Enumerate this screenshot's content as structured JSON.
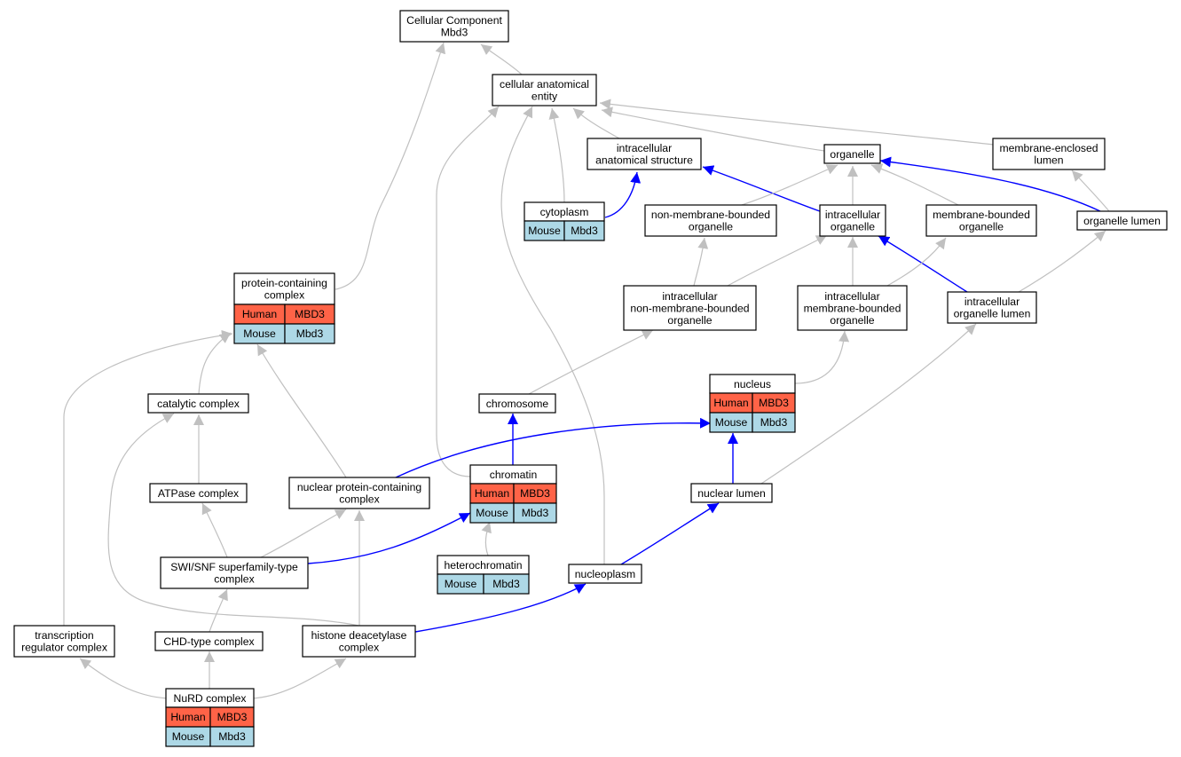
{
  "diagram": {
    "type": "gene-ontology-graph",
    "colors": {
      "human_cell": "#ff6347",
      "mouse_cell": "#add8e6",
      "is_a_edge": "#c0c0c0",
      "part_of_edge": "#0000ff"
    },
    "nodes": {
      "cc": {
        "lines": [
          "Cellular Component",
          "Mbd3"
        ]
      },
      "cae": {
        "lines": [
          "cellular anatomical",
          "entity"
        ]
      },
      "ias": {
        "lines": [
          "intracellular",
          "anatomical structure"
        ]
      },
      "organelle": {
        "lines": [
          "organelle"
        ]
      },
      "mel": {
        "lines": [
          "membrane-enclosed",
          "lumen"
        ]
      },
      "cytoplasm": {
        "lines": [
          "cytoplasm"
        ],
        "annotations": [
          [
            "Mouse",
            "Mbd3"
          ]
        ]
      },
      "nmbo": {
        "lines": [
          "non-membrane-bounded",
          "organelle"
        ]
      },
      "io": {
        "lines": [
          "intracellular",
          "organelle"
        ]
      },
      "mbo": {
        "lines": [
          "membrane-bounded",
          "organelle"
        ]
      },
      "ol": {
        "lines": [
          "organelle lumen"
        ]
      },
      "pcc": {
        "lines": [
          "protein-containing",
          "complex"
        ],
        "annotations": [
          [
            "Human",
            "MBD3"
          ],
          [
            "Mouse",
            "Mbd3"
          ]
        ]
      },
      "inmbo": {
        "lines": [
          "intracellular",
          "non-membrane-bounded",
          "organelle"
        ]
      },
      "imbo": {
        "lines": [
          "intracellular",
          "membrane-bounded",
          "organelle"
        ]
      },
      "iol": {
        "lines": [
          "intracellular",
          "organelle lumen"
        ]
      },
      "cat": {
        "lines": [
          "catalytic complex"
        ]
      },
      "chromosome": {
        "lines": [
          "chromosome"
        ]
      },
      "nucleus": {
        "lines": [
          "nucleus"
        ],
        "annotations": [
          [
            "Human",
            "MBD3"
          ],
          [
            "Mouse",
            "Mbd3"
          ]
        ]
      },
      "atpase": {
        "lines": [
          "ATPase complex"
        ]
      },
      "npcc": {
        "lines": [
          "nuclear protein-containing",
          "complex"
        ]
      },
      "chromatin": {
        "lines": [
          "chromatin"
        ],
        "annotations": [
          [
            "Human",
            "MBD3"
          ],
          [
            "Mouse",
            "Mbd3"
          ]
        ]
      },
      "nl": {
        "lines": [
          "nuclear lumen"
        ]
      },
      "swi": {
        "lines": [
          "SWI/SNF superfamily-type",
          "complex"
        ]
      },
      "hetero": {
        "lines": [
          "heterochromatin"
        ],
        "annotations": [
          [
            "Mouse",
            "Mbd3"
          ]
        ]
      },
      "nucleoplasm": {
        "lines": [
          "nucleoplasm"
        ]
      },
      "trc": {
        "lines": [
          "transcription",
          "regulator complex"
        ]
      },
      "chd": {
        "lines": [
          "CHD-type complex"
        ]
      },
      "hdac": {
        "lines": [
          "histone deacetylase",
          "complex"
        ]
      },
      "nurd": {
        "lines": [
          "NuRD complex"
        ],
        "annotations": [
          [
            "Human",
            "MBD3"
          ],
          [
            "Mouse",
            "Mbd3"
          ]
        ]
      }
    },
    "edges": [
      {
        "from": "cae",
        "to": "cc",
        "kind": "is_a"
      },
      {
        "from": "pcc",
        "to": "cc",
        "kind": "is_a"
      },
      {
        "from": "ias",
        "to": "cae",
        "kind": "is_a"
      },
      {
        "from": "organelle",
        "to": "cae",
        "kind": "is_a"
      },
      {
        "from": "mel",
        "to": "cae",
        "kind": "is_a"
      },
      {
        "from": "cytoplasm",
        "to": "cae",
        "kind": "is_a"
      },
      {
        "from": "chromatin",
        "to": "cae",
        "kind": "is_a"
      },
      {
        "from": "nucleoplasm",
        "to": "cae",
        "kind": "is_a"
      },
      {
        "from": "cytoplasm",
        "to": "ias",
        "kind": "part_of"
      },
      {
        "from": "io",
        "to": "ias",
        "kind": "part_of"
      },
      {
        "from": "nmbo",
        "to": "organelle",
        "kind": "is_a"
      },
      {
        "from": "io",
        "to": "organelle",
        "kind": "is_a"
      },
      {
        "from": "mbo",
        "to": "organelle",
        "kind": "is_a"
      },
      {
        "from": "ol",
        "to": "organelle",
        "kind": "part_of"
      },
      {
        "from": "ol",
        "to": "mel",
        "kind": "is_a"
      },
      {
        "from": "inmbo",
        "to": "nmbo",
        "kind": "is_a"
      },
      {
        "from": "inmbo",
        "to": "io",
        "kind": "is_a"
      },
      {
        "from": "imbo",
        "to": "io",
        "kind": "is_a"
      },
      {
        "from": "iol",
        "to": "io",
        "kind": "part_of"
      },
      {
        "from": "imbo",
        "to": "mbo",
        "kind": "is_a"
      },
      {
        "from": "iol",
        "to": "ol",
        "kind": "is_a"
      },
      {
        "from": "chromosome",
        "to": "inmbo",
        "kind": "is_a"
      },
      {
        "from": "nucleus",
        "to": "imbo",
        "kind": "is_a"
      },
      {
        "from": "nl",
        "to": "iol",
        "kind": "is_a"
      },
      {
        "from": "cat",
        "to": "pcc",
        "kind": "is_a"
      },
      {
        "from": "npcc",
        "to": "pcc",
        "kind": "is_a"
      },
      {
        "from": "trc",
        "to": "pcc",
        "kind": "is_a"
      },
      {
        "from": "atpase",
        "to": "cat",
        "kind": "is_a"
      },
      {
        "from": "hdac",
        "to": "cat",
        "kind": "is_a"
      },
      {
        "from": "chromatin",
        "to": "chromosome",
        "kind": "part_of"
      },
      {
        "from": "npcc",
        "to": "nucleus",
        "kind": "part_of"
      },
      {
        "from": "nl",
        "to": "nucleus",
        "kind": "part_of"
      },
      {
        "from": "swi",
        "to": "atpase",
        "kind": "is_a"
      },
      {
        "from": "swi",
        "to": "npcc",
        "kind": "is_a"
      },
      {
        "from": "hdac",
        "to": "npcc",
        "kind": "is_a"
      },
      {
        "from": "swi",
        "to": "chromatin",
        "kind": "part_of"
      },
      {
        "from": "hetero",
        "to": "chromatin",
        "kind": "is_a"
      },
      {
        "from": "nucleoplasm",
        "to": "nl",
        "kind": "part_of"
      },
      {
        "from": "chd",
        "to": "swi",
        "kind": "is_a"
      },
      {
        "from": "hdac",
        "to": "nucleoplasm",
        "kind": "part_of"
      },
      {
        "from": "nurd",
        "to": "trc",
        "kind": "is_a"
      },
      {
        "from": "nurd",
        "to": "chd",
        "kind": "is_a"
      },
      {
        "from": "nurd",
        "to": "hdac",
        "kind": "is_a"
      }
    ]
  }
}
